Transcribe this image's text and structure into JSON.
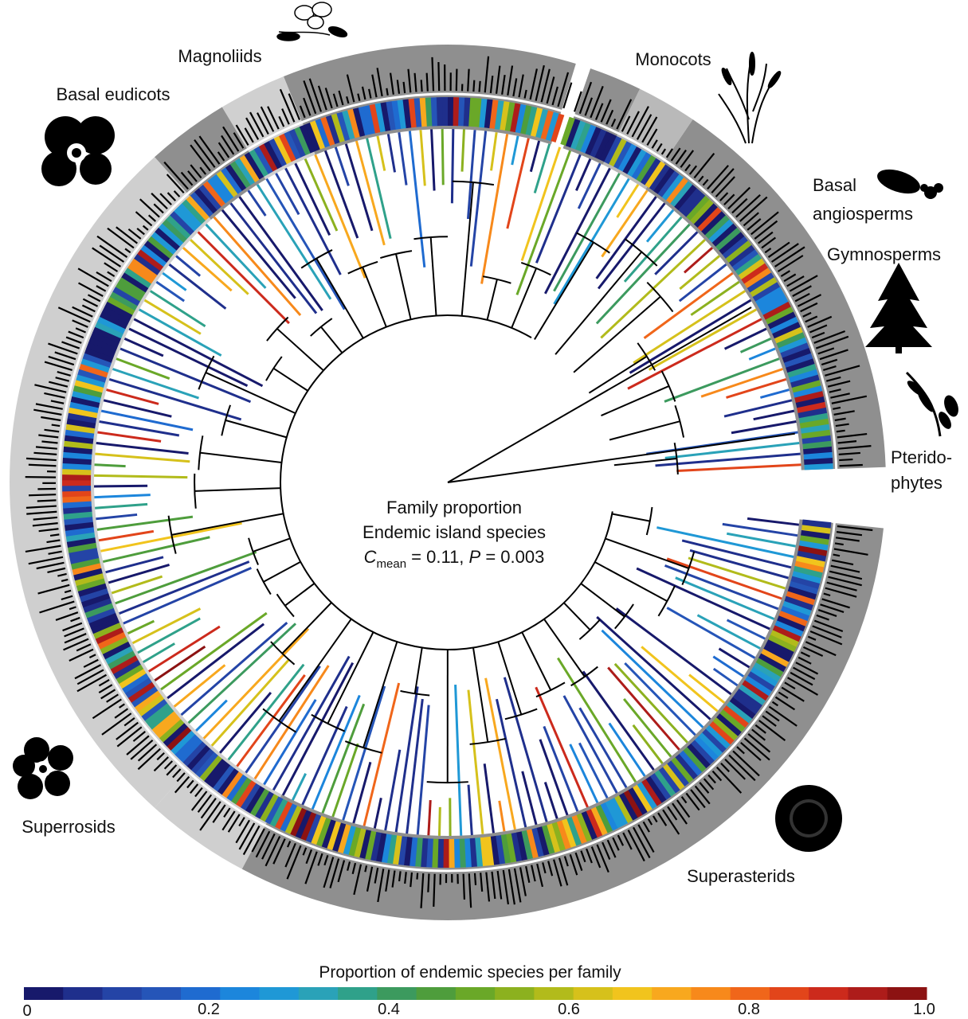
{
  "diagram": {
    "type": "circular-phylogeny",
    "center_text": {
      "line1": "Family proportion",
      "line2": "Endemic island species",
      "stat_prefix": "C",
      "stat_sub": "mean",
      "stat_mid": " = 0.11, ",
      "stat_p": "P",
      "stat_end": " = 0.003"
    },
    "clades": [
      {
        "name": "Monocots",
        "icon": "grass-icon"
      },
      {
        "name": "Basal",
        "name2": "angiosperms",
        "icon": "water-lily-leaf-icon"
      },
      {
        "name": "Gymnosperms",
        "icon": "conifer-tree-icon"
      },
      {
        "name": "Pterido-",
        "name2": "phytes",
        "icon": "fern-icon"
      },
      {
        "name": "Superasterids",
        "icon": "sunflower-icon"
      },
      {
        "name": "Superrosids",
        "icon": "geranium-flower-icon"
      },
      {
        "name": "Basal eudicots",
        "icon": "poppy-flower-icon"
      },
      {
        "name": "Magnoliids",
        "icon": "magnolia-flower-icon"
      }
    ],
    "colorbar": {
      "title": "Proportion of endemic species per family",
      "ticks": [
        "0",
        "0.2",
        "0.4",
        "0.6",
        "0.8",
        "1.0"
      ],
      "colors": [
        "#17196b",
        "#1f2f8c",
        "#2444a6",
        "#2555b8",
        "#1f6bd0",
        "#1c86dc",
        "#1f98d6",
        "#2aa2b8",
        "#2fa18a",
        "#3c9a5e",
        "#4e9d3c",
        "#6aa828",
        "#8cb11f",
        "#b2bb1b",
        "#d6c11b",
        "#f1c41d",
        "#f8a81e",
        "#f7891b",
        "#f0661a",
        "#e2451a",
        "#cc2a1c",
        "#ad1c1a",
        "#8c1212"
      ]
    }
  }
}
